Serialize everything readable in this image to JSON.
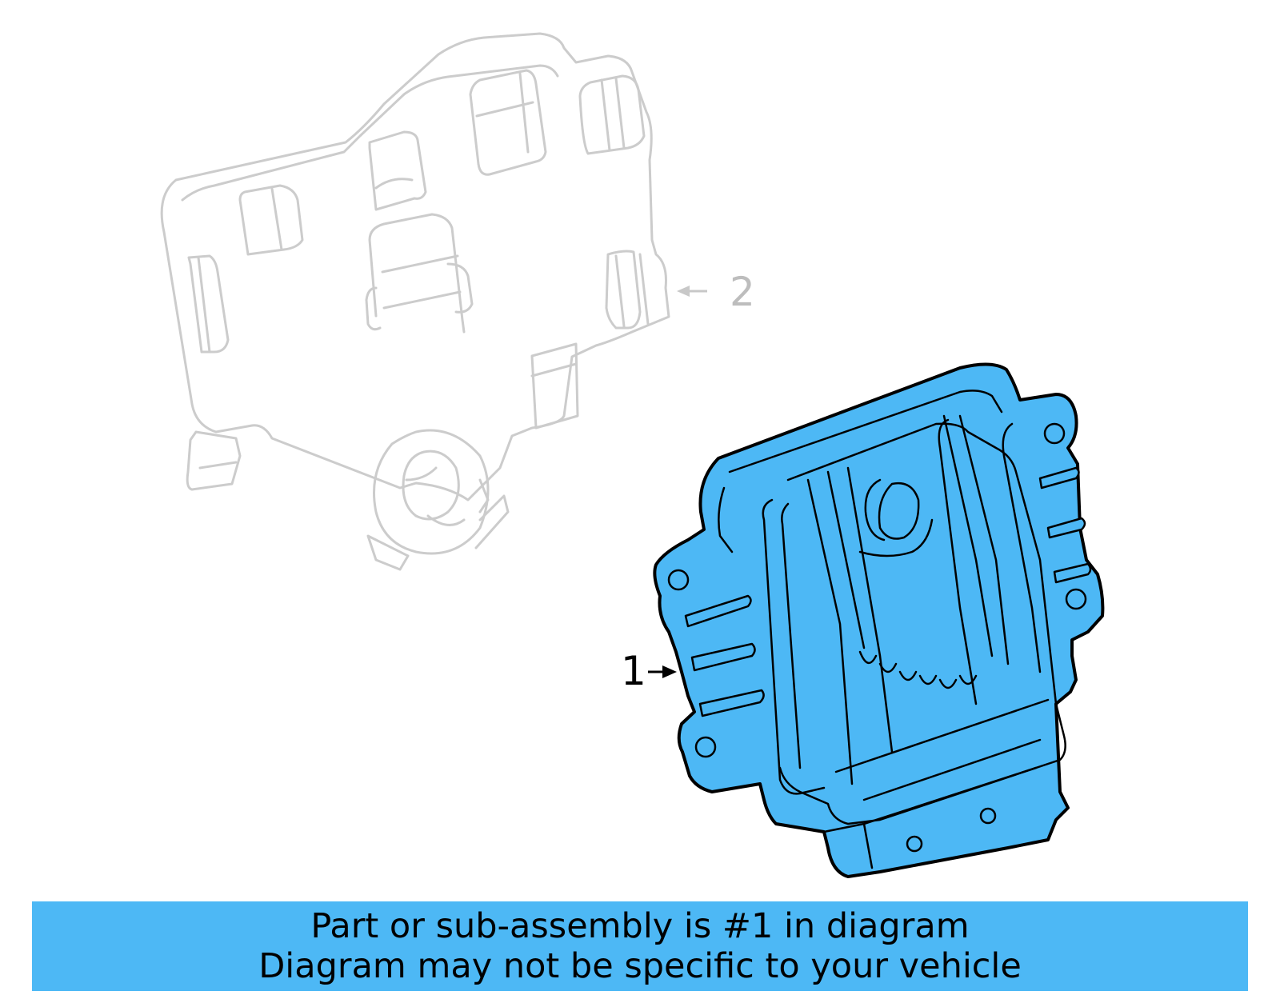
{
  "diagram": {
    "callouts": [
      {
        "number": "1",
        "target": "highlighted part (module with cooling fins)",
        "highlighted": true
      },
      {
        "number": "2",
        "target": "mounting bracket",
        "highlighted": false
      }
    ],
    "colors": {
      "highlight_fill": "#4DB8F5",
      "highlight_stroke": "#000000",
      "ghost_stroke": "#cccccc",
      "ghost_label": "#bdbdbd",
      "banner_bg": "#4DB8F5"
    }
  },
  "banner": {
    "line1": "Part or sub-assembly is #1 in diagram",
    "line2": "Diagram may not be specific to your vehicle"
  }
}
